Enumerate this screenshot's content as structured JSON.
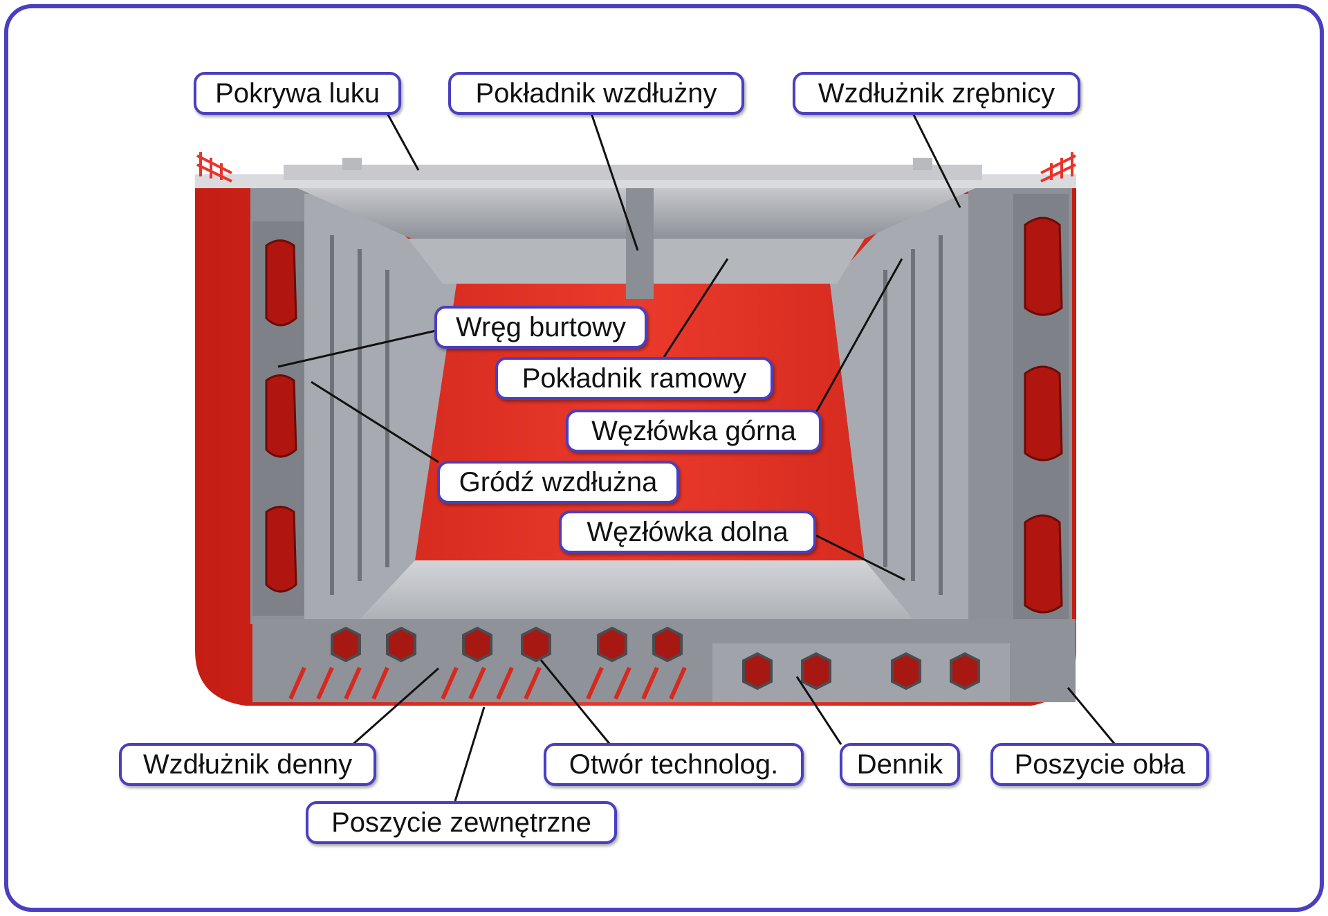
{
  "diagram": {
    "colors": {
      "frame_border": "#4a3fc0",
      "hull_red": "#e32b1f",
      "steel_gray": "#9ea1a7",
      "label_border": "#4a3fc0"
    },
    "labels": {
      "hatch_cover": "Pokrywa luku",
      "deck_longitudinal": "Pokładnik wzdłużny",
      "coaming_longitudinal": "Wzdłużnik zrębnicy",
      "side_frame": "Wręg burtowy",
      "deck_web_beam": "Pokładnik ramowy",
      "upper_bracket": "Węzłówka górna",
      "longitudinal_bulkhead": "Gródź wzdłużna",
      "lower_bracket": "Węzłówka dolna",
      "bottom_longitudinal": "Wzdłużnik denny",
      "access_opening": "Otwór technolog.",
      "floor": "Dennik",
      "bilge_plating": "Poszycie obła",
      "shell_plating": "Poszycie zewnętrzne"
    }
  }
}
